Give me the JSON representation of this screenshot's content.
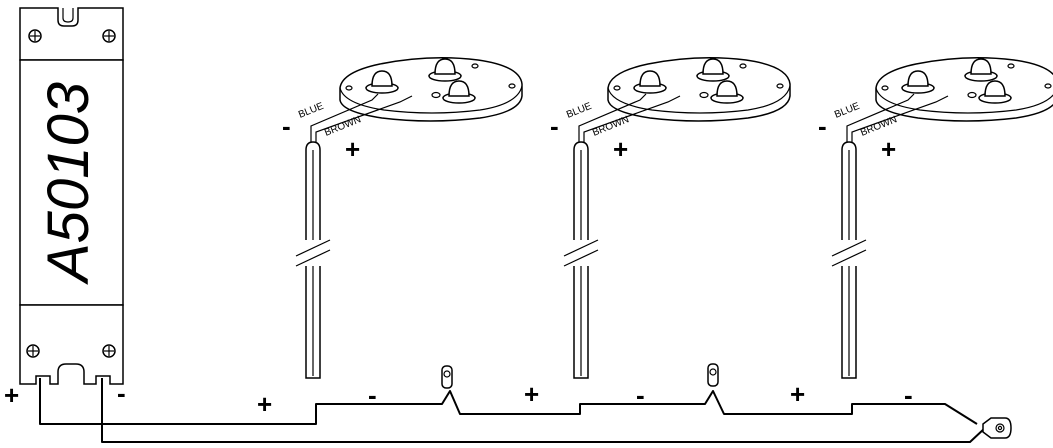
{
  "driver": {
    "model": "A50103",
    "plus_label": "+",
    "minus_label": "-"
  },
  "fixtures": [
    {
      "blue_label": "BLUE",
      "brown_label": "BROWN",
      "minus_label": "-",
      "plus_label": "+"
    },
    {
      "blue_label": "BLUE",
      "brown_label": "BROWN",
      "minus_label": "-",
      "plus_label": "+"
    },
    {
      "blue_label": "BLUE",
      "brown_label": "BROWN",
      "minus_label": "-",
      "plus_label": "+"
    }
  ],
  "bus_labels": [
    {
      "plus": "+",
      "minus": "-"
    },
    {
      "plus": "+",
      "minus": "-"
    },
    {
      "plus": "+",
      "minus": "-"
    }
  ]
}
